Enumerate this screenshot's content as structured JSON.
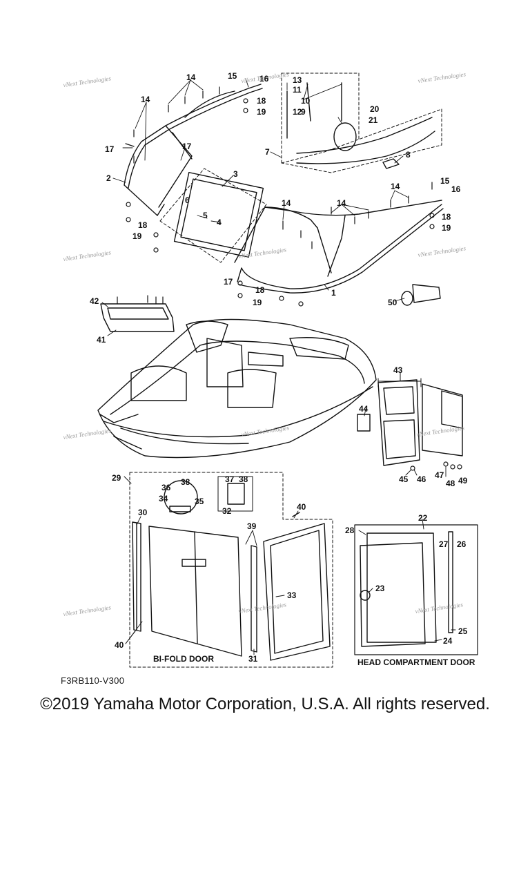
{
  "diagram_code": "F3RB110-V300",
  "copyright": "©2019 Yamaha Motor Corporation, U.S.A. All rights reserved.",
  "captions": {
    "bifold_door": "BI-FOLD DOOR",
    "head_door": "HEAD COMPARTMENT DOOR"
  },
  "watermark": "vNext Technologies",
  "callouts": [
    "1",
    "2",
    "3",
    "4",
    "5",
    "6",
    "7",
    "8",
    "9",
    "10",
    "11",
    "12",
    "13",
    "14",
    "15",
    "16",
    "17",
    "18",
    "19",
    "20",
    "21",
    "22",
    "23",
    "24",
    "25",
    "26",
    "27",
    "28",
    "29",
    "30",
    "31",
    "32",
    "33",
    "34",
    "35",
    "36",
    "37",
    "38",
    "39",
    "40",
    "41",
    "42",
    "43",
    "44",
    "45",
    "46",
    "47",
    "48",
    "49",
    "50"
  ],
  "colors": {
    "line": "#111111",
    "watermark": "#9a9a9a",
    "background": "#ffffff"
  }
}
